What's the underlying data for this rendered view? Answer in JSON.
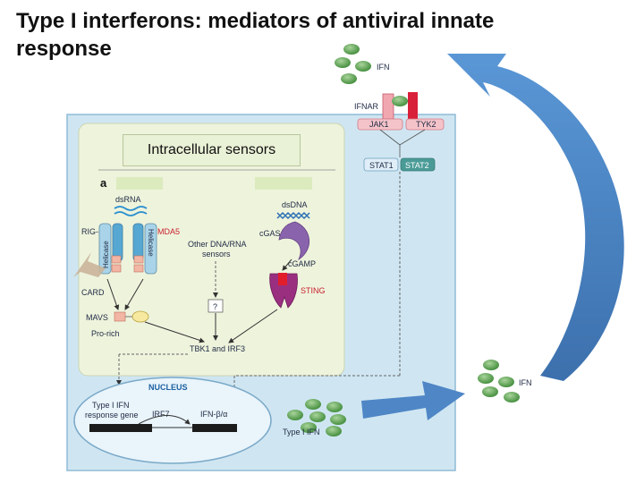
{
  "title": "Type I interferons: mediators of antiviral innate response",
  "sensors_box": "Intracellular sensors",
  "labels": {
    "ifn_top": "IFN",
    "ifnar": "IFNAR",
    "jak1": "JAK1",
    "tyk2": "TYK2",
    "stat1": "STAT1",
    "stat2": "STAT2",
    "panel": "a",
    "dsrna": "dsRNA",
    "rigi": "RIG-I",
    "mda5": "MDA5",
    "helicase": "Helicase",
    "card": "CARD",
    "mavs": "MAVS",
    "pro_rich": "Pro-rich",
    "other_sensors_1": "Other DNA/RNA",
    "other_sensors_2": "sensors",
    "question": "?",
    "dsdna": "dsDNA",
    "cgas": "cGAS",
    "cgamp": "cGAMP",
    "sting": "STING",
    "tbk1": "TBK1 and IRF3",
    "nucleus": "NUCLEUS",
    "gene_1": "Type I IFN",
    "gene_2": "response gene",
    "irf7": "IRF7",
    "ifn_ba": "IFN-β/α",
    "type1_ifn": "Type I IFN",
    "ifn_right": "IFN"
  },
  "colors": {
    "cell": "#cfe6f2",
    "cell_border": "#7fb3cf",
    "panel": "#eef3dc",
    "receptor_red": "#d9203a",
    "receptor_pink": "#f0a7b0",
    "ifn_green": "#4e9a45",
    "arrow_blue": "#4f86c6",
    "gene_bar": "#1c1c1c"
  }
}
